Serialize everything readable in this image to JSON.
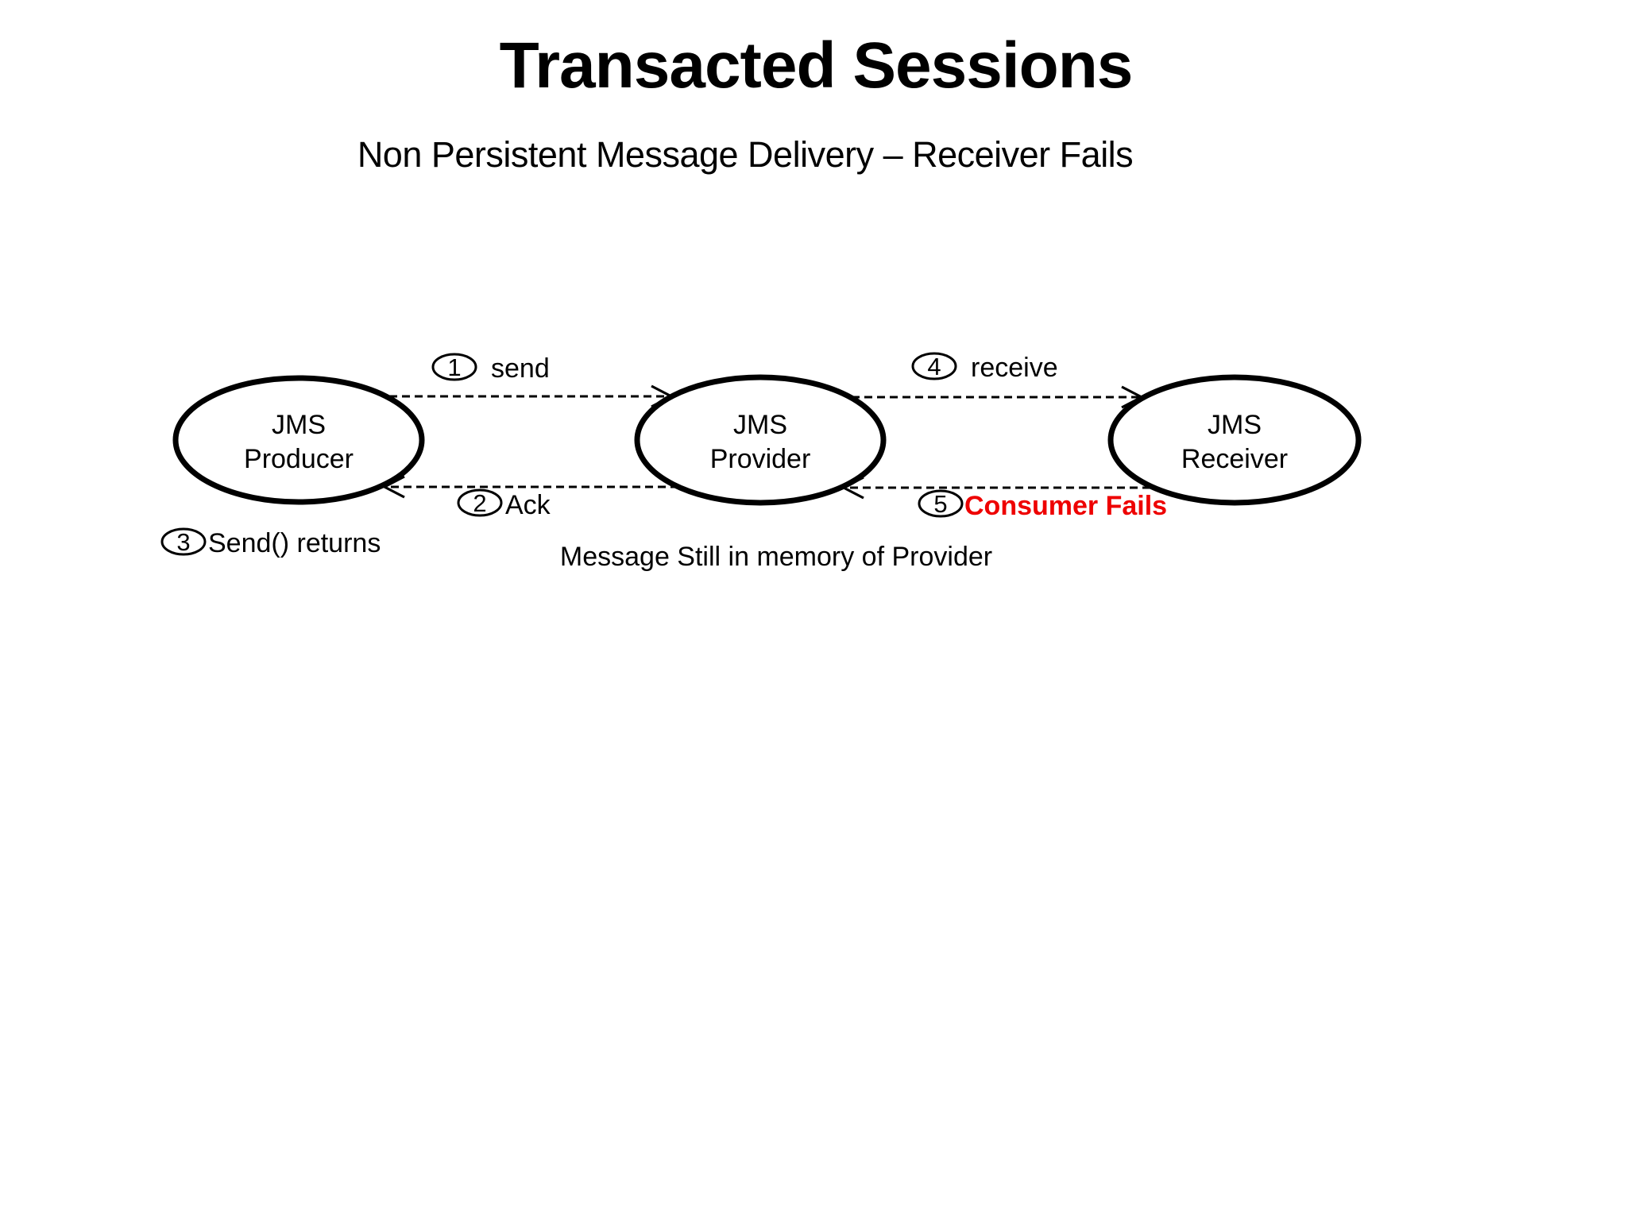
{
  "slide": {
    "title": "Transacted Sessions",
    "subtitle": "Non Persistent Message Delivery – Receiver Fails",
    "note": "Message Still in memory of Provider"
  },
  "nodes": {
    "producer": {
      "line1": "JMS",
      "line2": "Producer"
    },
    "provider": {
      "line1": "JMS",
      "line2": "Provider"
    },
    "receiver": {
      "line1": "JMS",
      "line2": "Receiver"
    }
  },
  "steps": {
    "s1": {
      "num": "1",
      "label": "send"
    },
    "s2": {
      "num": "2",
      "label": "Ack"
    },
    "s3": {
      "num": "3",
      "label": "Send() returns"
    },
    "s4": {
      "num": "4",
      "label": "receive"
    },
    "s5": {
      "num": "5",
      "label": "Consumer Fails"
    }
  },
  "colors": {
    "ink": "#000000",
    "fail_red": "#ee0000",
    "background": "#ffffff"
  }
}
